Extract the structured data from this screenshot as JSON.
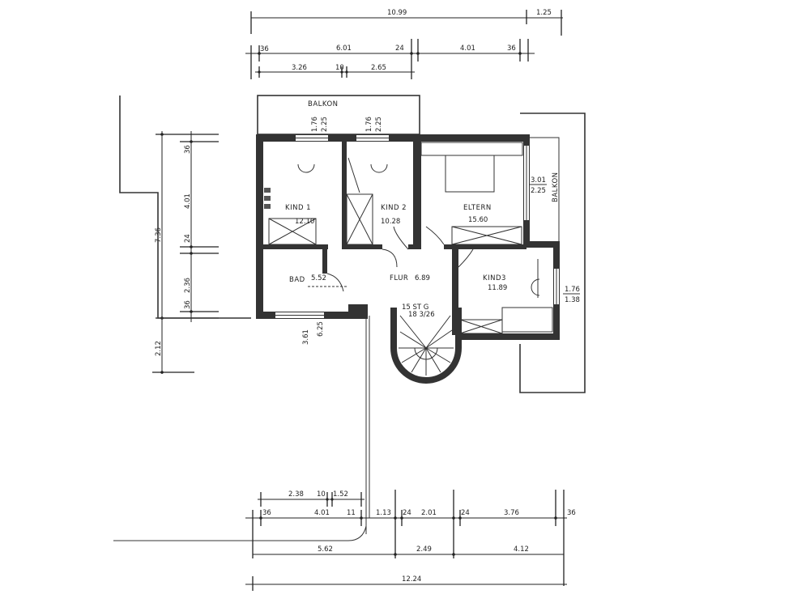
{
  "rooms": {
    "kind1": {
      "name": "KIND 1",
      "area": "12.10"
    },
    "kind2": {
      "name": "KIND 2",
      "area": "10.28"
    },
    "eltern": {
      "name": "ELTERN",
      "area": "15.60"
    },
    "bad": {
      "name": "BAD",
      "area": "5.52"
    },
    "flur": {
      "name": "FLUR",
      "area": "6.89"
    },
    "kind3": {
      "name": "KIND3",
      "area": "11.89"
    }
  },
  "balcony_top": "BALKON",
  "balcony_right": "BALKON",
  "stairs": {
    "label1": "15 ST G",
    "label2": "18 3/26"
  },
  "window_dims": {
    "w1a": "1.76",
    "w1b": "2.25",
    "w2a": "1.76",
    "w2b": "2.25",
    "w3a": "3.01",
    "w3b": "2.25",
    "w4a": "1.76",
    "w4b": "1.38",
    "w5a": "3.61",
    "w5b": "6.25"
  },
  "top_dims": {
    "r1": [
      "10.99",
      "1.25"
    ],
    "r2": [
      "36",
      "6.01",
      "24",
      "4.01",
      "36"
    ],
    "r3": [
      "3.26",
      "10",
      "2.65"
    ]
  },
  "left_dims": [
    "36",
    "4.01",
    "24",
    "2.36",
    "36",
    "7.36",
    "2.12"
  ],
  "bottom_dims": {
    "r1": [
      "2.38",
      "10",
      "1.52"
    ],
    "r2": [
      "36",
      "4.01",
      "11",
      "1.13",
      "24",
      "2.01",
      "24",
      "3.76",
      "36"
    ],
    "r3": [
      "5.62",
      "2.49",
      "4.12"
    ],
    "r4": [
      "12.24"
    ]
  }
}
